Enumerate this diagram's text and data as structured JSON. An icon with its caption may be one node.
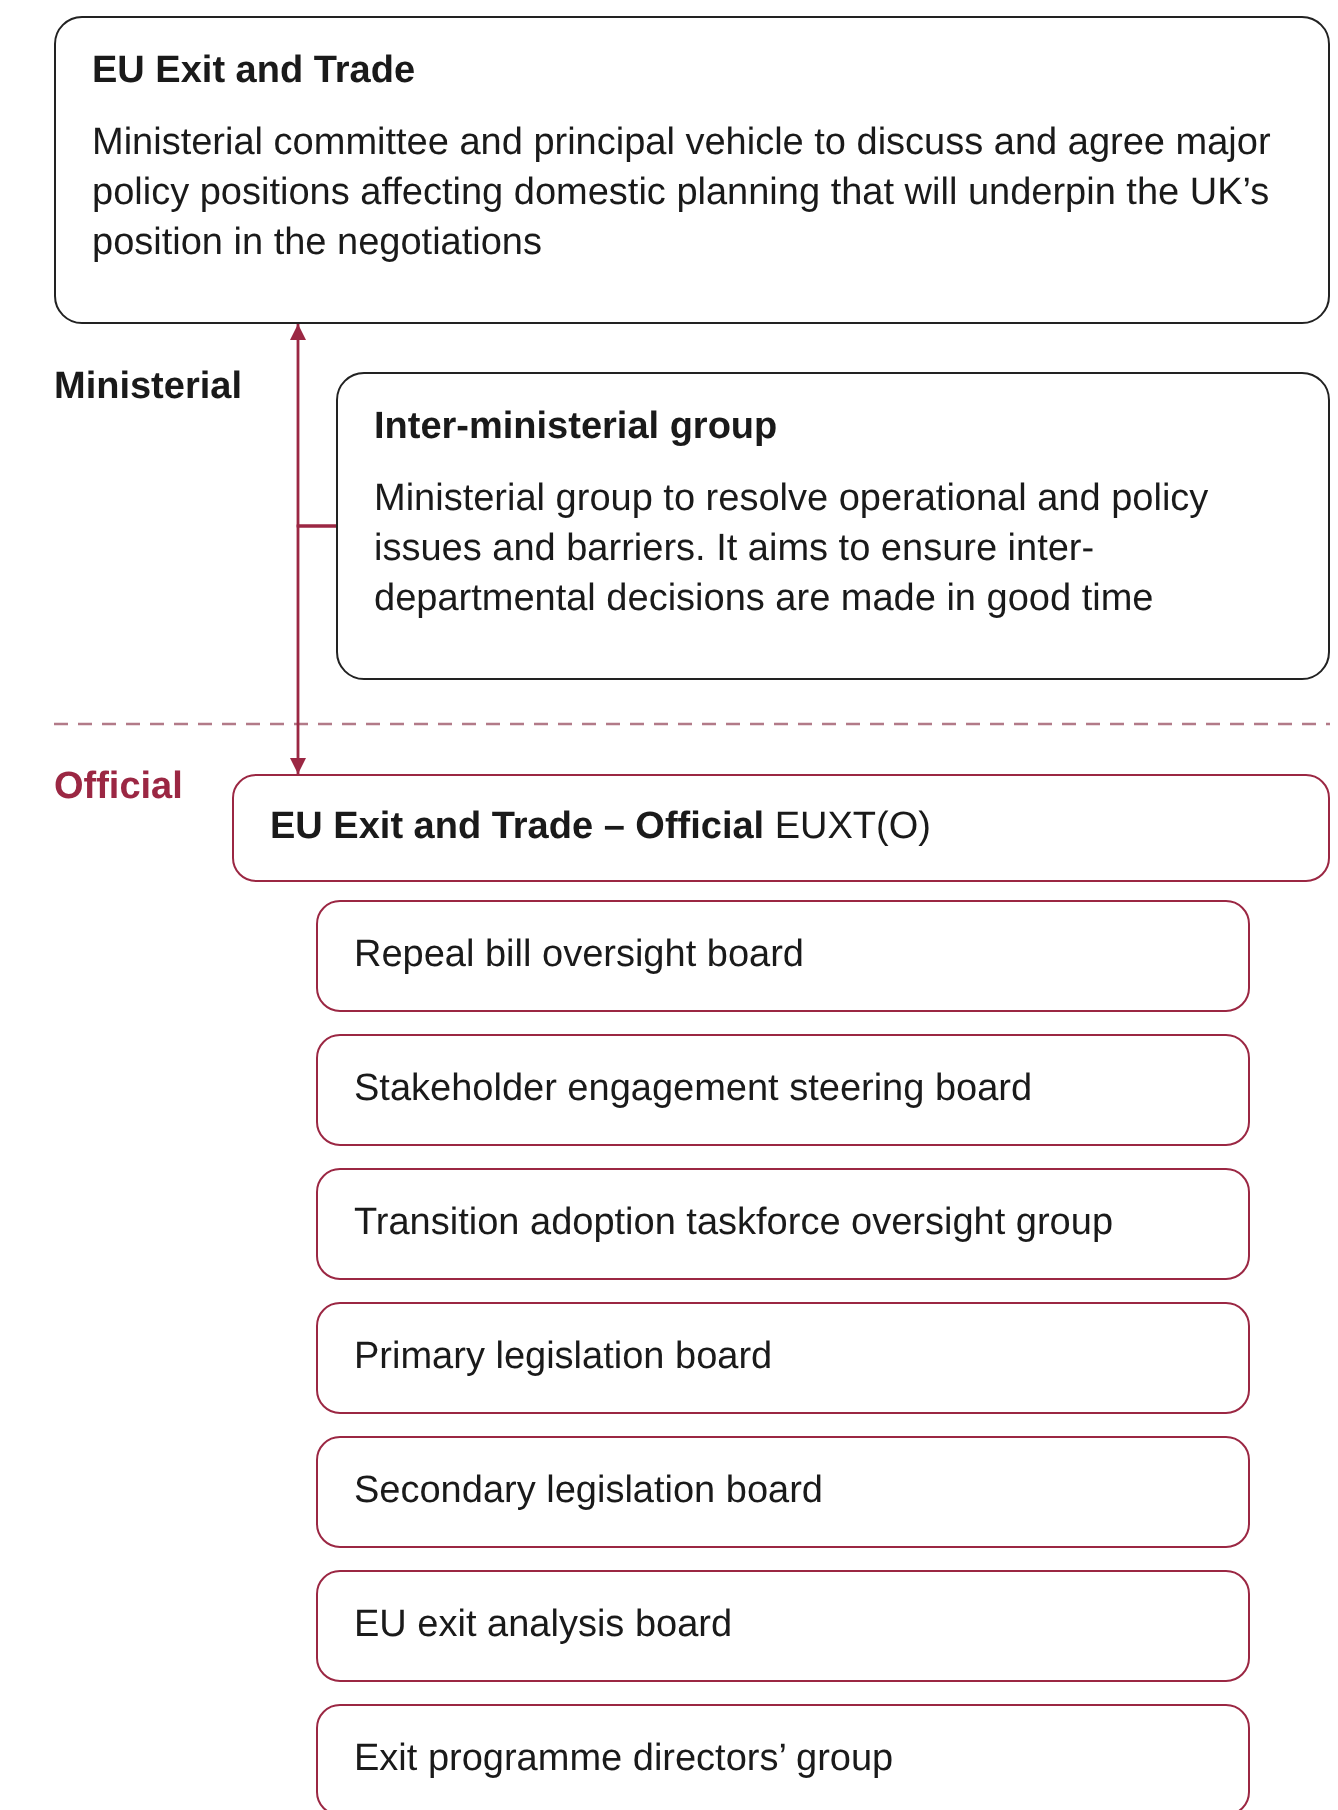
{
  "diagram": {
    "nodes": [
      {
        "text": [
          "EU Exit and Trade",
          "Ministerial committee and principal vehicle to discuss and agree major policy positions affecting domestic planning that will underpin the UK’s position in the negotiations"
        ]
      },
      {
        "text": [
          "Inter-ministerial group",
          "Ministerial group to resolve operational and policy issues and barriers. It aims to ensure inter-departmental decisions are made in good time"
        ]
      },
      {
        "text": [
          "**EU Exit and Trade – Official** EUXT(O)"
        ]
      },
      {
        "text": [
          "Repeal bill oversight board"
        ]
      },
      {
        "text": [
          "Stakeholder engagement steering board"
        ]
      },
      {
        "text": [
          "Transition adoption taskforce oversight group"
        ]
      },
      {
        "text": [
          "Primary legislation board"
        ]
      },
      {
        "text": [
          "Secondary legislation board"
        ]
      },
      {
        "text": [
          "EU exit analysis board"
        ]
      },
      {
        "text": [
          "Exit programme directors’ group"
        ]
      }
    ],
    "edges": [
      {
        "from": 1,
        "to": 0,
        "arrow": "to"
      },
      {
        "from": 1,
        "to": 2,
        "arrow": "to"
      }
    ],
    "labels": [
      "Ministerial",
      "Official"
    ]
  }
}
